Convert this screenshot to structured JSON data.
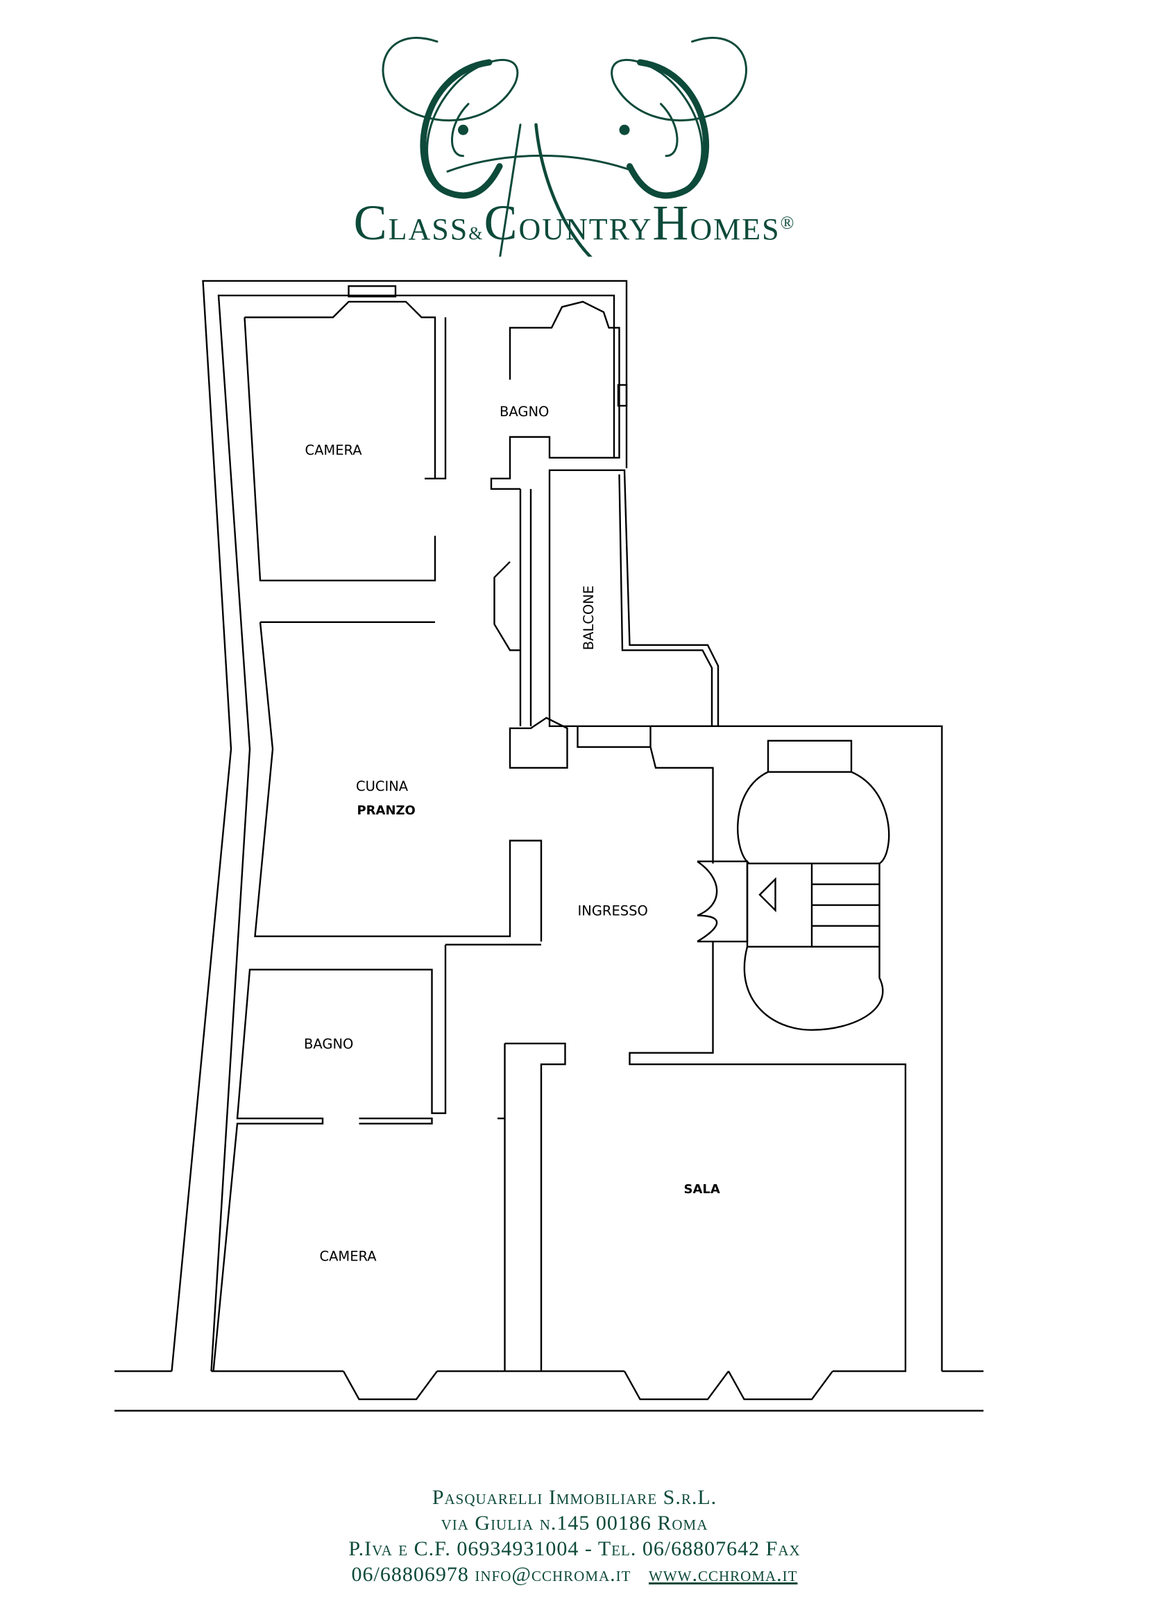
{
  "logo": {
    "brand_word1_initial": "C",
    "brand_word1_rest": "LASS",
    "ampersand": "&",
    "brand_word2_initial": "C",
    "brand_word2_rest": "OUNTRY",
    "brand_word3_initial": "H",
    "brand_word3_rest": "OMES",
    "registered": "®",
    "color": "#0d4a3a"
  },
  "rooms": {
    "camera_top": "CAMERA",
    "bagno_top": "BAGNO",
    "balcone": "BALCONE",
    "cucina": "CUCINA",
    "pranzo": "PRANZO",
    "ingresso": "INGRESSO",
    "bagno_bottom": "BAGNO",
    "camera_bottom": "CAMERA",
    "sala": "SALA"
  },
  "footer": {
    "company": "Pasquarelli Immobiliare S.r.L.",
    "address": "via Giulia n.145  00186 Roma",
    "tax_phone": "P.Iva e C.F. 06934931004 - Tel. 06/68807642 Fax",
    "fax_email": "06/68806978 info@cchroma.it",
    "website": "www.cchroma.it"
  }
}
